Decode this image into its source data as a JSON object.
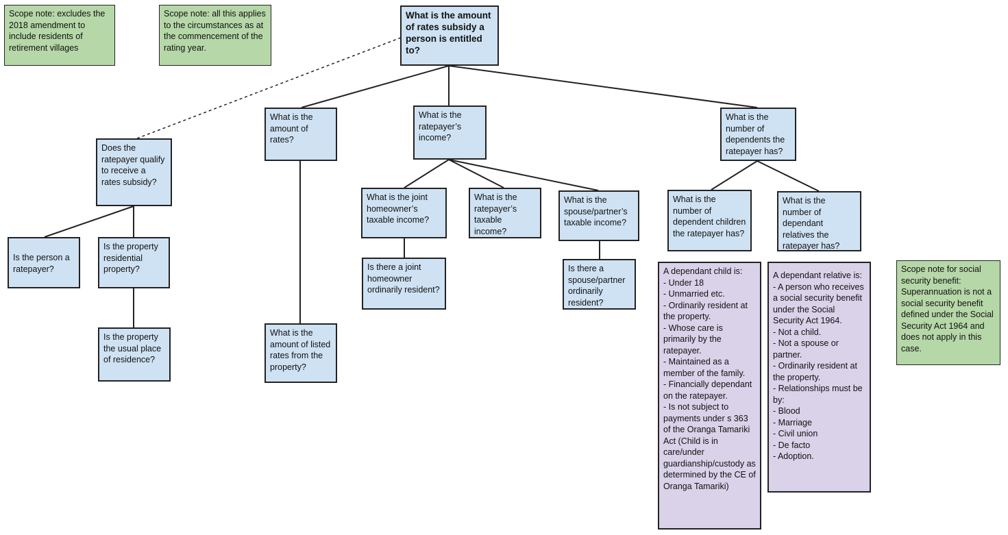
{
  "scope_notes": {
    "amendment": "Scope note: excludes the 2018 amendment to include residents of retirement villages",
    "circumstances": "Scope note: all this applies to the circumstances as at the commencement of the rating year.",
    "social_security": "Scope note for social security benefit: Superannuation  is not a social security benefit defined under the Social Security Act 1964 and does not apply in this case."
  },
  "nodes": {
    "root": "What is the amount of rates subsidy a person is entitled to?",
    "qualify": "Does the ratepayer qualify to receive a rates subsidy?",
    "is_ratepayer": "Is the person a ratepayer?",
    "residential": "Is the property residential property?",
    "usual_residence": "Is the property the usual place of residence?",
    "amount_rates": "What is the amount of rates?",
    "listed_rates": "What is the amount of listed rates from the property?",
    "income": "What is the ratepayer’s income?",
    "joint_income": "What is the joint homeowner’s taxable income?",
    "joint_resident": "Is there a joint homeowner ordinarily resident?",
    "ratepayer_taxable": "What is the ratepayer’s taxable income?",
    "spouse_income": "What is the spouse/partner’s taxable income?",
    "spouse_resident": "Is there a spouse/partner ordinarily resident?",
    "dependents": "What is the number of dependents the ratepayer has?",
    "dependent_children": "What is the number of dependent children the ratepayer has?",
    "dependant_relatives": "What is the number of dependant relatives the ratepayer has?"
  },
  "definitions": {
    "child": "A dependant child is:\n- Under 18\n- Unmarried  etc.\n- Ordinarily resident at the property.\n- Whose care is primarily by the ratepayer.\n- Maintained as a member of the family.\n- Financially dependant on the ratepayer.\n- Is not subject to payments under s 363  of the Oranga Tamariki Act (Child is in care/under guardianship/custody as determined by the CE of Oranga Tamariki)",
    "relative": "A dependant  relative is:\n- A person who receives a social security benefit under the Social Security Act 1964.\n- Not a child.\n- Not a spouse or partner.\n- Ordinarily resident at the property.\n- Relationships must be by:\n- Blood\n- Marriage\n- Civil union\n- De facto\n- Adoption."
  },
  "colors": {
    "question_box": "#cfe2f3",
    "scope_note": "#b6d7a8",
    "definition_box": "#d9d2e9",
    "border": "#222222"
  }
}
